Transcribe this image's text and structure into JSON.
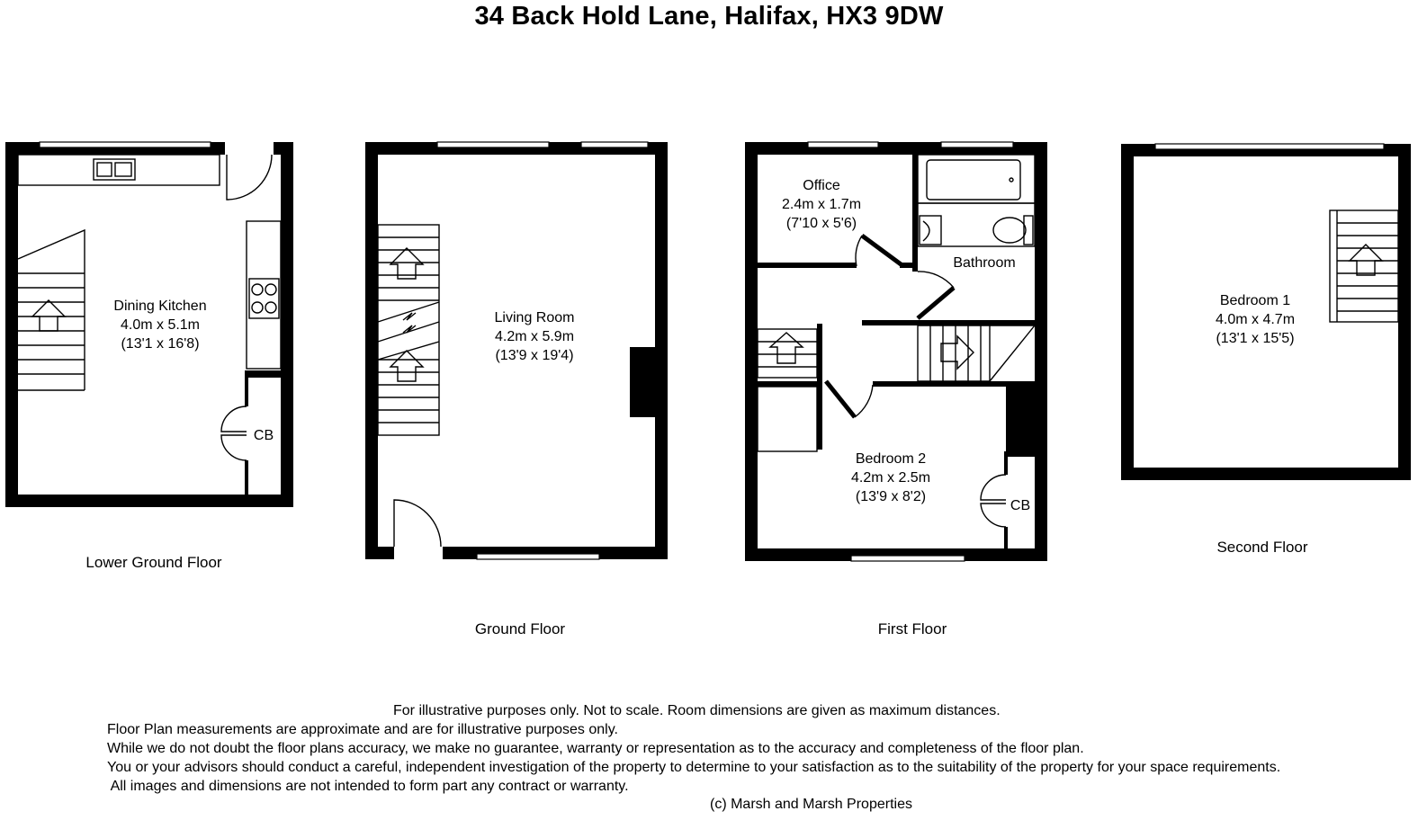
{
  "title": "34 Back Hold Lane, Halifax, HX3 9DW",
  "floors": [
    {
      "name": "Lower Ground Floor"
    },
    {
      "name": "Ground Floor"
    },
    {
      "name": "First Floor"
    },
    {
      "name": "Second Floor"
    }
  ],
  "rooms": {
    "dining_kitchen": {
      "name": "Dining Kitchen",
      "metric": "4.0m x 5.1m",
      "imperial": "(13'1 x 16'8)"
    },
    "cb_lower": {
      "name": "CB"
    },
    "living_room": {
      "name": "Living Room",
      "metric": "4.2m x 5.9m",
      "imperial": "(13'9 x 19'4)"
    },
    "office": {
      "name": "Office",
      "metric": "2.4m x 1.7m",
      "imperial": "(7'10 x 5'6)"
    },
    "bathroom": {
      "name": "Bathroom"
    },
    "bedroom2": {
      "name": "Bedroom 2",
      "metric": "4.2m x 2.5m",
      "imperial": "(13'9 x 8'2)"
    },
    "cb_first": {
      "name": "CB"
    },
    "bedroom1": {
      "name": "Bedroom 1",
      "metric": "4.0m x 4.7m",
      "imperial": "(13'1 x 15'5)"
    }
  },
  "disclaimer": {
    "line1": "For illustrative purposes only.  Not to scale.  Room dimensions are given as maximum distances.",
    "line2": "Floor Plan measurements are approximate and are for illustrative purposes only.",
    "line3": "While we do not doubt the floor plans accuracy, we make no guarantee, warranty or representation as to the accuracy and completeness of the floor plan.",
    "line4": "You or your advisors should conduct a careful, independent investigation of the property to determine to your satisfaction as to the suitability of the property for your space requirements.",
    "line5": " All images and dimensions are not intended to form part any contract or warranty.",
    "copyright": "(c) Marsh and Marsh Properties"
  }
}
